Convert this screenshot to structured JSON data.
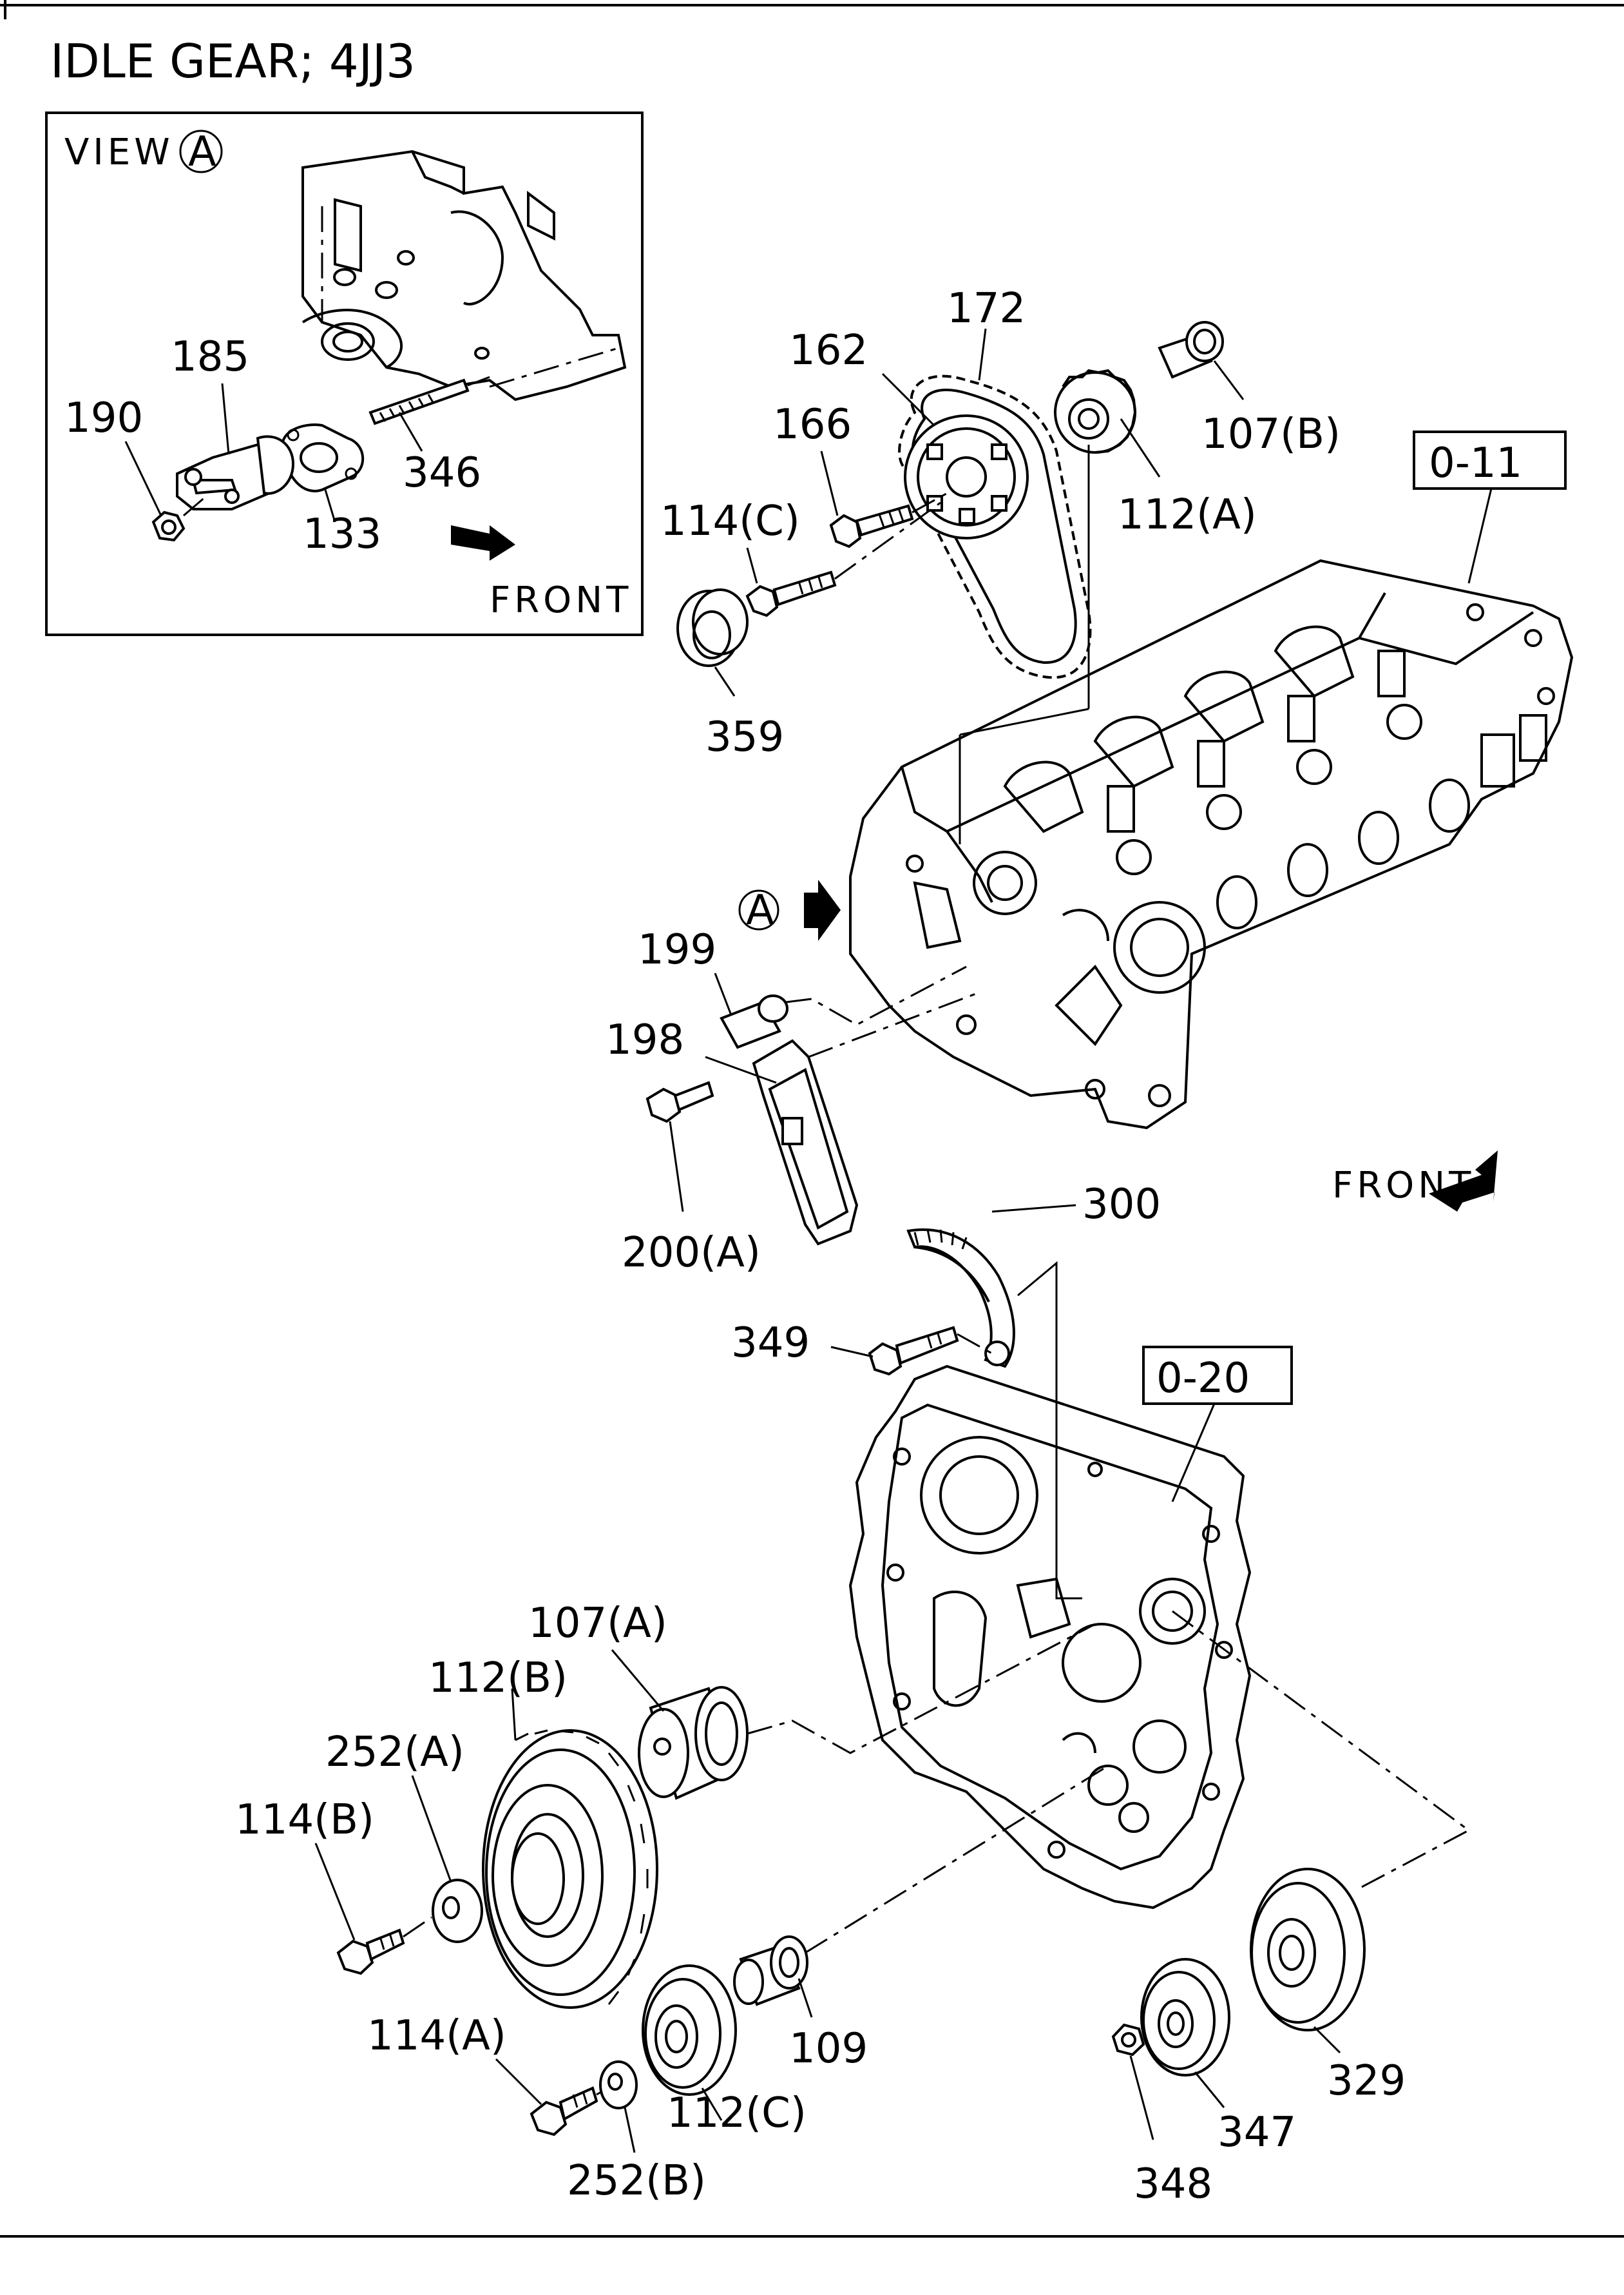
{
  "title": "IDLE GEAR; 4JJ3",
  "inset": {
    "view_label": "VIEW",
    "view_ref": "A",
    "front_label": "FRONT",
    "labels": {
      "p185": "185",
      "p190": "190",
      "p133": "133",
      "p346": "346"
    }
  },
  "main": {
    "front_label": "FRONT",
    "view_marker": "A",
    "refs": {
      "r011": "0-11",
      "r020": "0-20"
    },
    "labels": {
      "p172": "172",
      "p162": "162",
      "p166": "166",
      "p114c": "114(C)",
      "p107b": "107(B)",
      "p112a": "112(A)",
      "p359": "359",
      "p199": "199",
      "p198": "198",
      "p200a": "200(A)",
      "p300": "300",
      "p349": "349",
      "p107a": "107(A)",
      "p112b": "112(B)",
      "p252a": "252(A)",
      "p114b": "114(B)",
      "p114a": "114(A)",
      "p252b": "252(B)",
      "p112c": "112(C)",
      "p109": "109",
      "p329": "329",
      "p347": "347",
      "p348": "348"
    }
  }
}
